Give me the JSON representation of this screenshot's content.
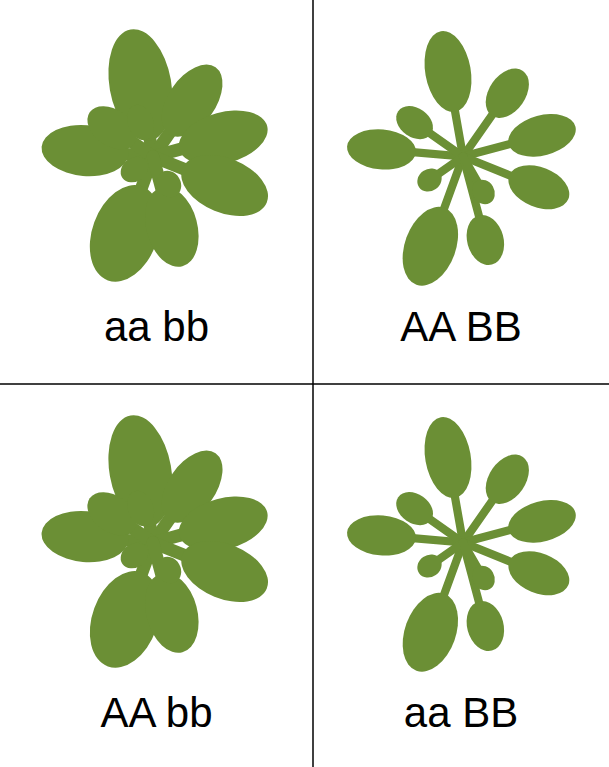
{
  "diagram": {
    "labels": [
      "aa bb",
      "AA BB",
      "AA bb",
      "aa BB"
    ]
  }
}
